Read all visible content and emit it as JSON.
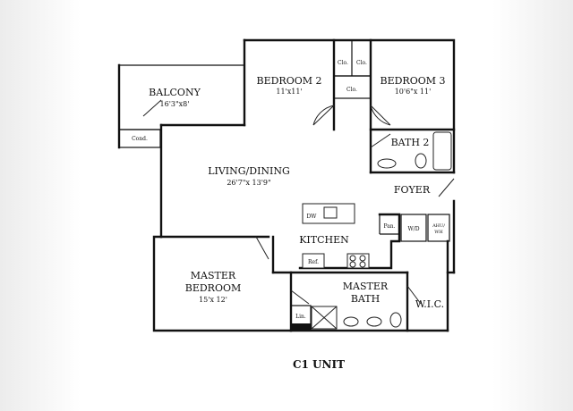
{
  "unit_title": "C1 UNIT",
  "rooms": {
    "balcony": {
      "name": "BALCONY",
      "dims": "16'3\"x8'"
    },
    "cond": {
      "name": "Cond."
    },
    "bedroom2": {
      "name": "BEDROOM 2",
      "dims": "11'x11'"
    },
    "bedroom3": {
      "name": "BEDROOM 3",
      "dims": "10'6\"x 11'"
    },
    "closet_a": {
      "name": "Clo."
    },
    "closet_b": {
      "name": "Clo."
    },
    "closet_c": {
      "name": "Clo."
    },
    "bath2": {
      "name": "BATH 2"
    },
    "living_dining": {
      "name": "LIVING/DINING",
      "dims": "26'7\"x 13'9\""
    },
    "foyer": {
      "name": "FOYER"
    },
    "kitchen": {
      "name": "KITCHEN"
    },
    "dishwasher": {
      "name": "DW"
    },
    "pantry": {
      "name": "Pan."
    },
    "washer_dryer": {
      "name": "W/D"
    },
    "ahu_wh": {
      "name_line1": "AHU/",
      "name_line2": "WH"
    },
    "refrigerator": {
      "name": "Ref."
    },
    "master_bedroom": {
      "name_line1": "MASTER",
      "name_line2": "BEDROOM",
      "dims": "15'x 12'"
    },
    "master_bath": {
      "name_line1": "MASTER",
      "name_line2": "BATH"
    },
    "wic": {
      "name": "W.I.C."
    },
    "linen": {
      "name": "Lin."
    }
  }
}
